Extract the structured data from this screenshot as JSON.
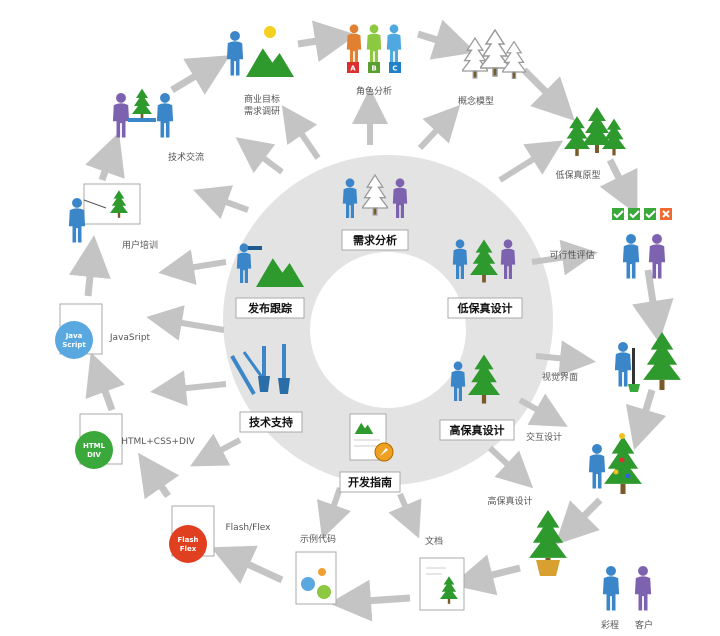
{
  "center": {
    "requirements": "需求分析",
    "low_fi": "低保真设计",
    "high_fi": "高保真设计",
    "dev_guide": "开发指南",
    "tech_support": "技术支持",
    "release": "发布跟踪"
  },
  "outer": {
    "business": [
      "商业目标",
      "需求调研"
    ],
    "roles": "角色分析",
    "concept": "概念模型",
    "lofi_proto": "低保真原型",
    "feasibility": "可行性评估",
    "visual": "视觉界面",
    "interaction": "交互设计",
    "hifi": "高保真设计",
    "docs": "文档",
    "sample_code": "示例代码",
    "flash_flex": "Flash/Flex",
    "html_css": "HTML+CSS+DIV",
    "javascript": "JavaSript",
    "training": "用户培训",
    "tech_talk": "技术交流",
    "sponsor": "彩程",
    "client": "客户"
  },
  "badges": {
    "abc": [
      "A",
      "B",
      "C"
    ],
    "java": [
      "Java",
      "Script"
    ],
    "html": [
      "HTML",
      "DIV"
    ],
    "flash": [
      "Flash",
      "Flex"
    ]
  },
  "colors": {
    "tree": "#2e9a2e",
    "person_blue": "#3a86c8",
    "person_purple": "#7d62b0",
    "arrow": "#c4c4c4",
    "ring": "#e3e3e3"
  }
}
